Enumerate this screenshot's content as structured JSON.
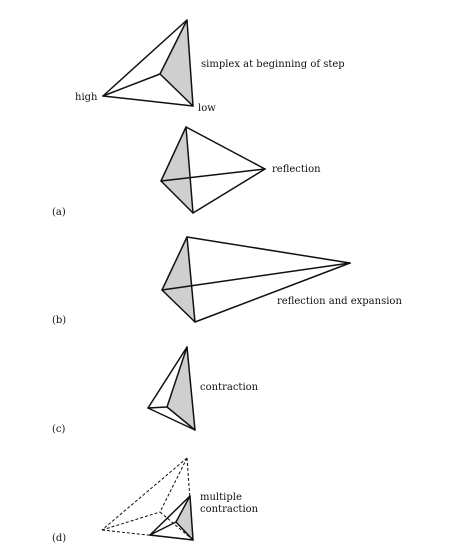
{
  "figure": {
    "labels": {
      "simplex_start": "simplex at beginning of step",
      "high": "high",
      "low": "low",
      "reflection": "reflection",
      "reflection_expansion": "reflection and expansion",
      "contraction": "contraction",
      "multiple_line1": "multiple",
      "multiple_line2": "contraction"
    },
    "panels": {
      "a": "(a)",
      "b": "(b)",
      "c": "(c)",
      "d": "(d)"
    },
    "colors": {
      "line": "#111111",
      "shade": "#cfcfcf"
    }
  }
}
